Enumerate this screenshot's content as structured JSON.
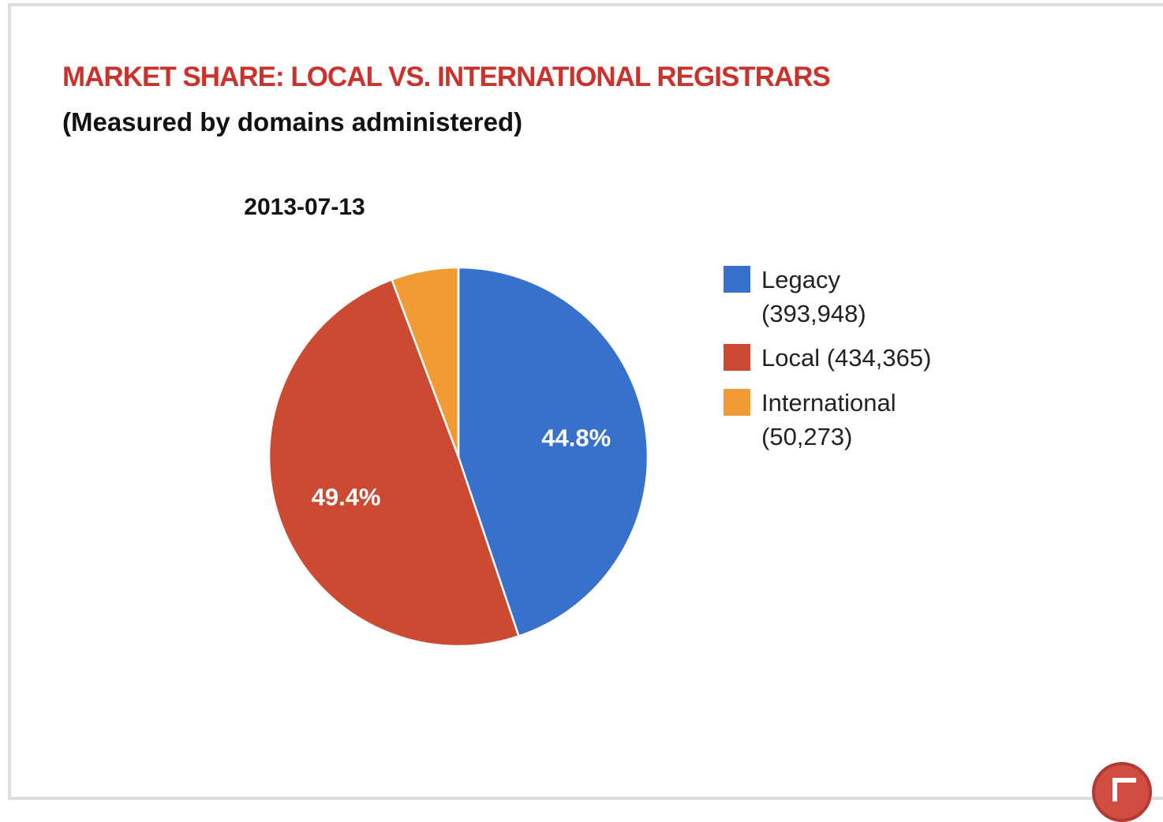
{
  "title": "MARKET SHARE: LOCAL VS. INTERNATIONAL REGISTRARS",
  "subtitle": "(Measured by domains administered)",
  "colors": {
    "title": "#c9332c",
    "legacy": "#3871cc",
    "local": "#cb4a31",
    "international": "#f29b34"
  },
  "corner_badge_icon": "expand-icon",
  "chart_data": {
    "type": "pie",
    "title": "2013-07-13",
    "slices": [
      {
        "name": "Legacy",
        "legend_label": "Legacy",
        "legend_value": "(393,948)",
        "value": 393948,
        "label": "44.8%",
        "color": "#3871cc"
      },
      {
        "name": "Local",
        "legend_label": "Local",
        "legend_value": "(434,365)",
        "value": 434365,
        "label": "49.4%",
        "color": "#cb4a31"
      },
      {
        "name": "International",
        "legend_label": "International",
        "legend_value": "(50,273)",
        "value": 50273,
        "label": "",
        "color": "#f29b34"
      }
    ],
    "legend_position": "right"
  }
}
